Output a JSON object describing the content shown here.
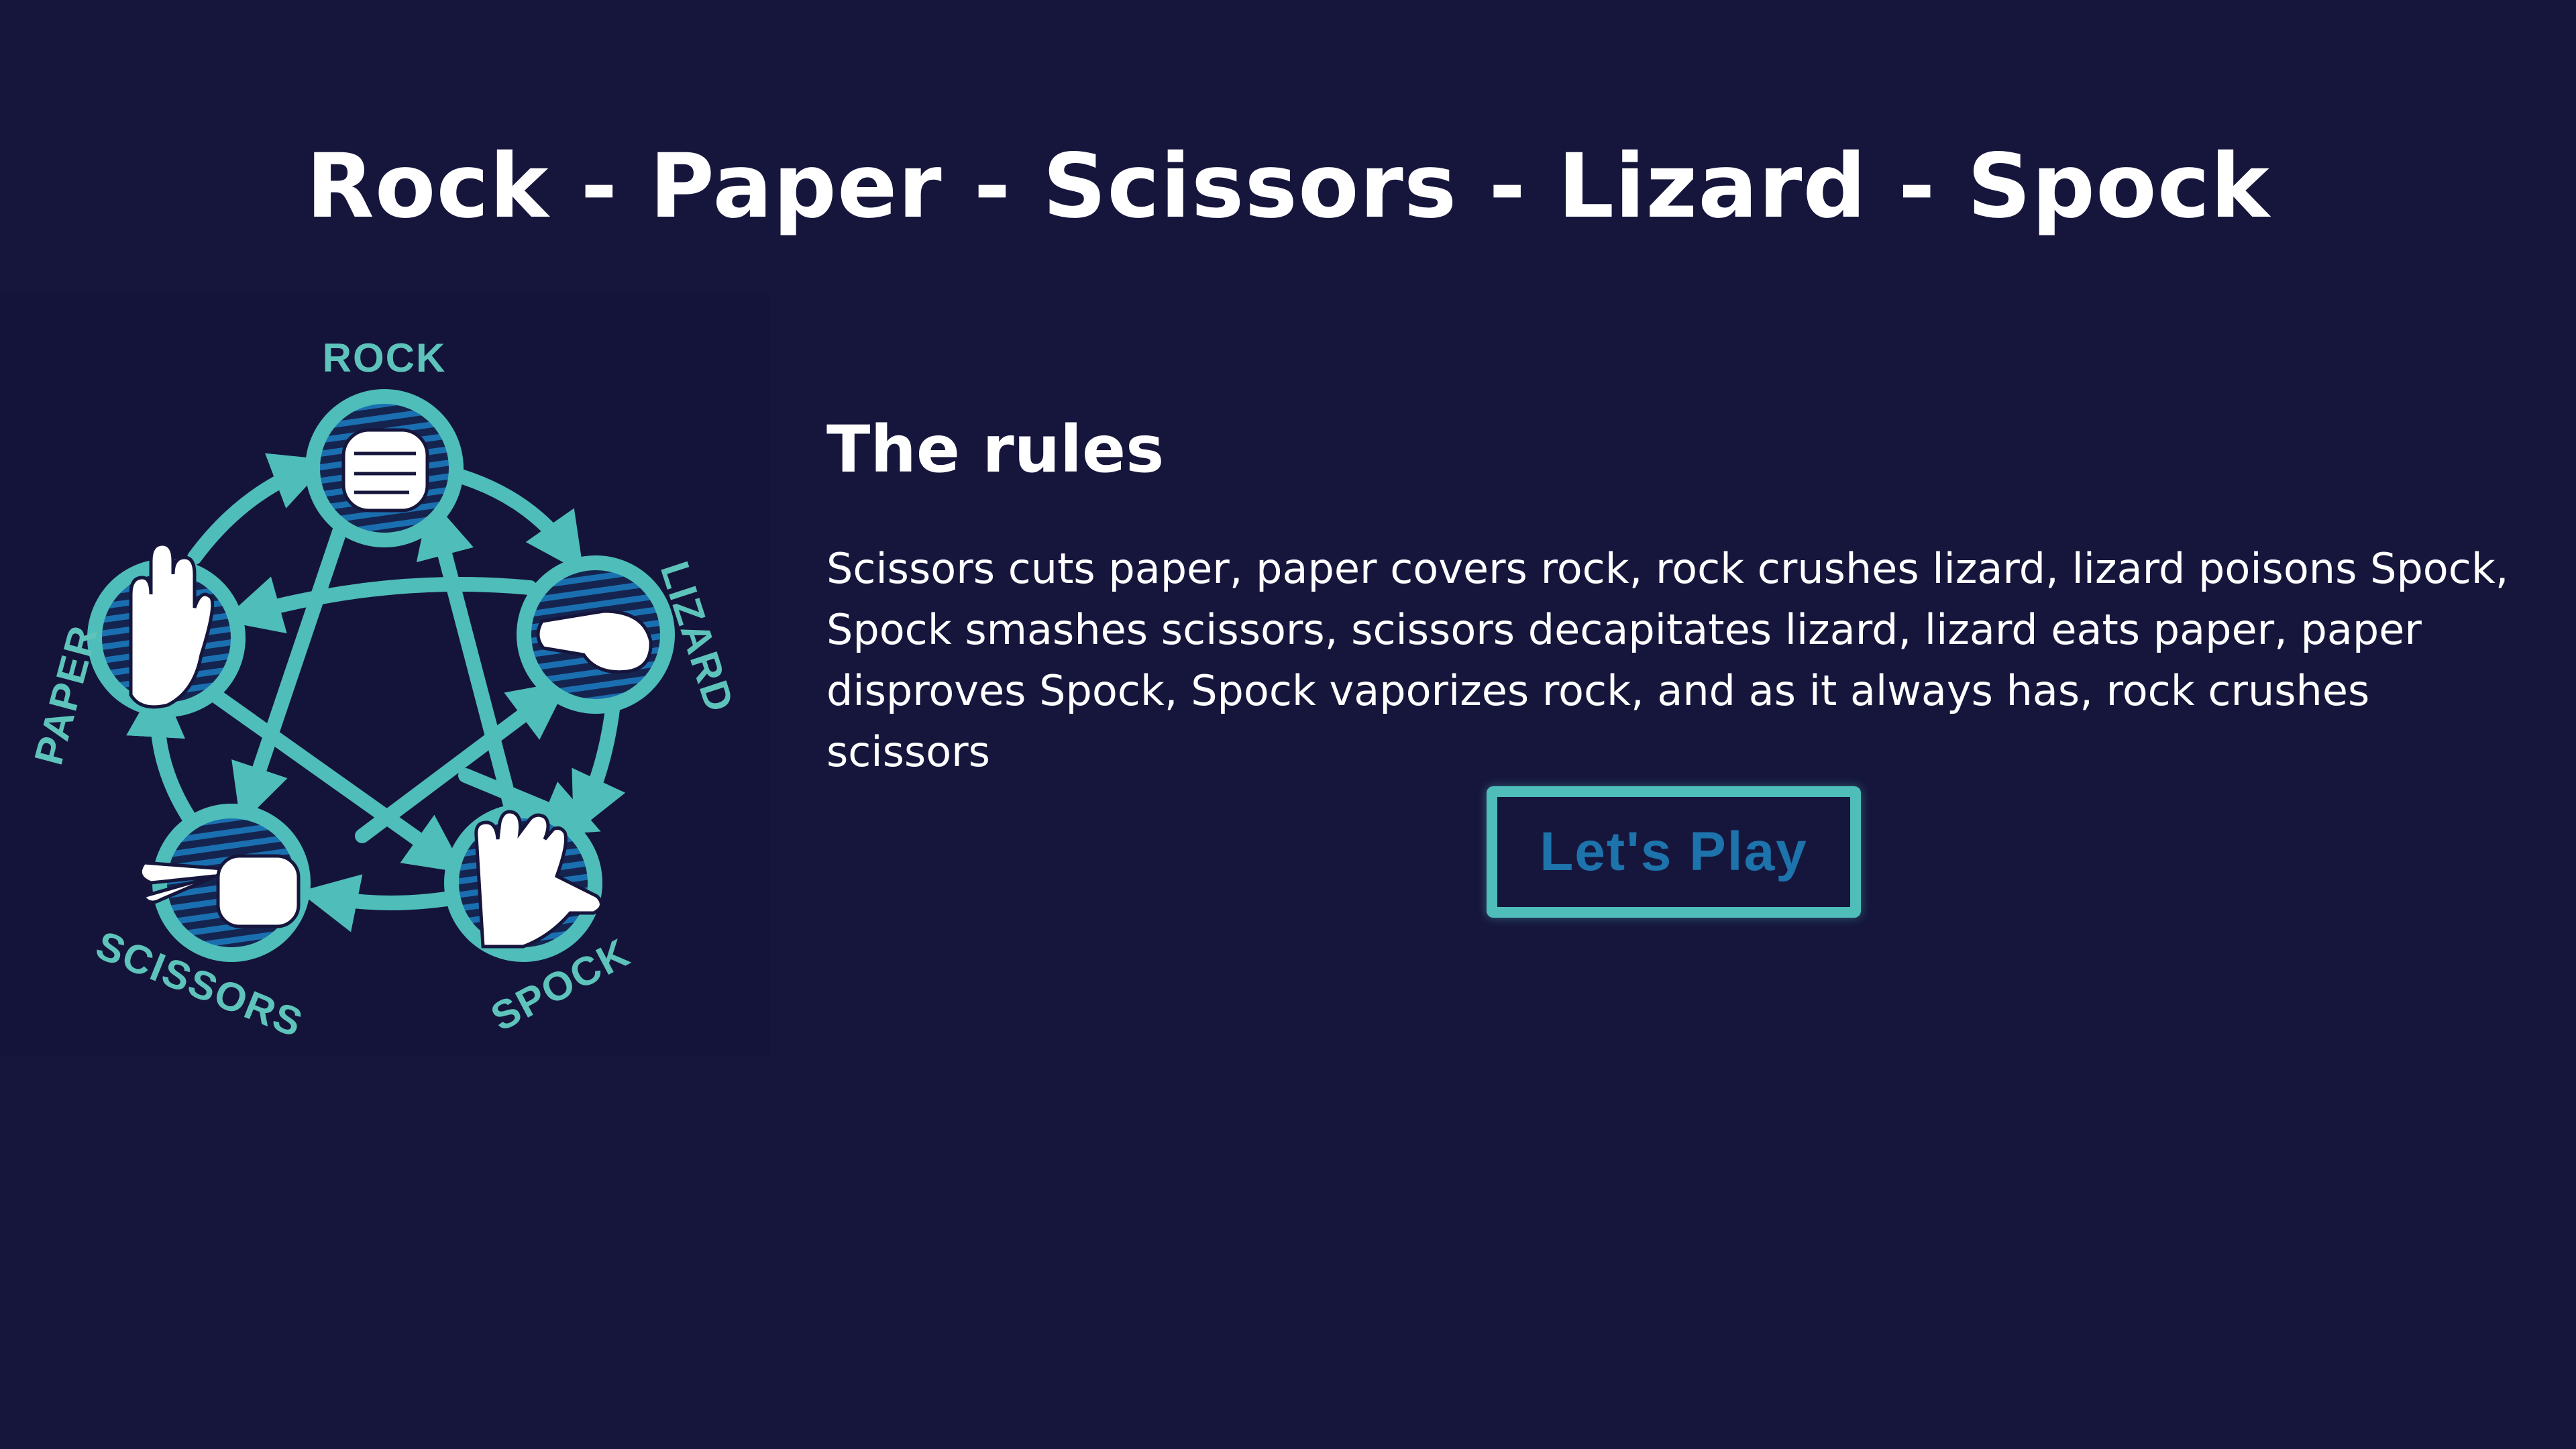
{
  "header": {
    "title": "Rock - Paper - Scissors - Lizard - Spock"
  },
  "diagram": {
    "labels": {
      "rock": "ROCK",
      "paper": "PAPER",
      "lizard": "LIZARD",
      "scissors": "SCISSORS",
      "spock": "SPOCK"
    }
  },
  "rules": {
    "heading": "The rules",
    "text": "Scissors cuts paper, paper covers rock, rock crushes lizard, lizard poisons Spock, Spock smashes scissors, scissors decapitates lizard, lizard eats paper, paper disproves Spock, Spock vaporizes rock, and as it always has, rock crushes scissors"
  },
  "actions": {
    "play_label": "Let's Play"
  },
  "colors": {
    "background": "#16163d",
    "accent": "#4fbdb9",
    "button_text": "#1d73ab"
  }
}
